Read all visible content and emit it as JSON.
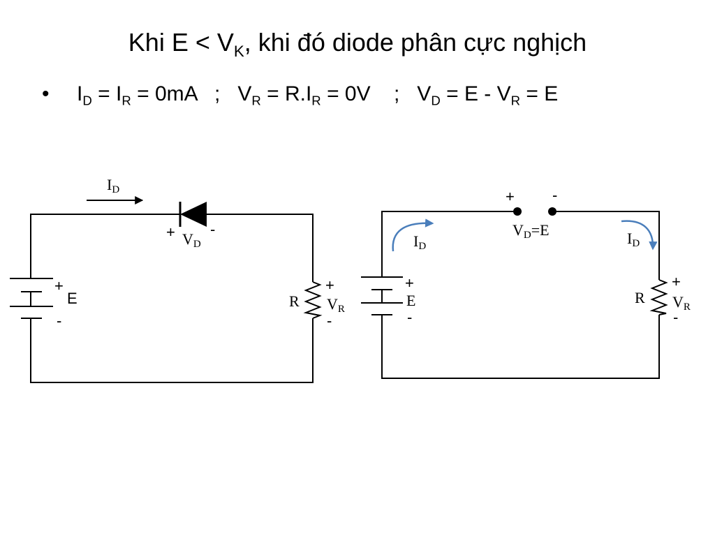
{
  "title": {
    "prefix": "Khi E < V",
    "sub": "K",
    "suffix": ", khi đó diode phân cực nghịch"
  },
  "bullet": {
    "symbol": "•",
    "p1": "I",
    "s1": "D",
    "p2": " = I",
    "s2": "R",
    "p3": " = 0mA   ;   V",
    "s3": "R",
    "p4": " = R.I",
    "s4": "R",
    "p5": " = 0V    ;   V",
    "s5": "D",
    "p6": " = E - V",
    "s6": "R",
    "p7": " = E"
  },
  "left_circuit": {
    "current_label": "I",
    "current_sub": "D",
    "diode_plus": "+",
    "diode_minus": "-",
    "vd_label": "V",
    "vd_sub": "D",
    "battery_plus": "+",
    "battery_label": "E",
    "battery_minus": "-",
    "resistor_label": "R",
    "vr_plus": "+",
    "vr_label": "V",
    "vr_sub": "R",
    "vr_minus": "-"
  },
  "right_circuit": {
    "gap_plus": "+",
    "gap_minus": "-",
    "gap_label": "V",
    "gap_sub": "D",
    "gap_suffix": "=E",
    "left_current_label": "I",
    "left_current_sub": "D",
    "right_current_label": "I",
    "right_current_sub": "D",
    "battery_plus": "+",
    "battery_label": "E",
    "battery_minus": "-",
    "resistor_label": "R",
    "vr_plus": "+",
    "vr_label": "V",
    "vr_sub": "R",
    "vr_minus": "-",
    "arrow_color": "#4a7ebb"
  }
}
